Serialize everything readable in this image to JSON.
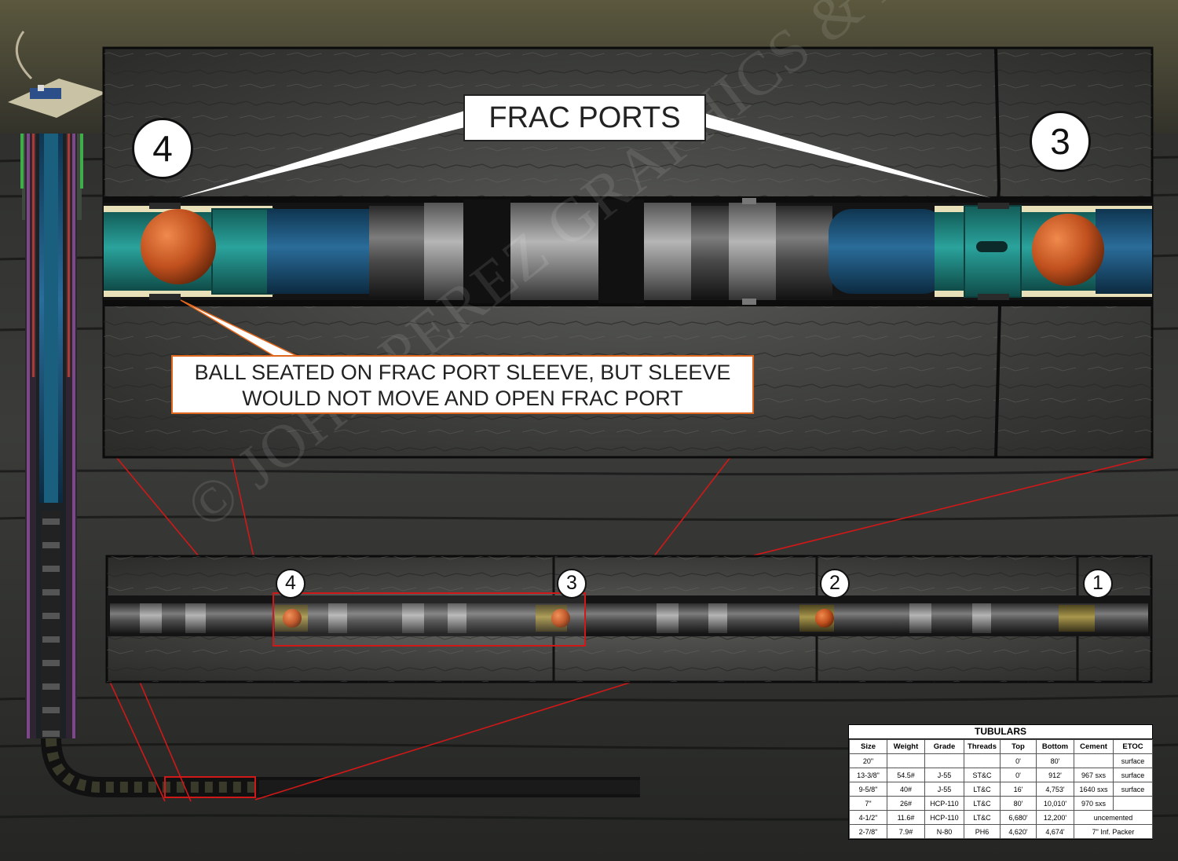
{
  "callouts": {
    "frac_ports": "FRAC PORTS",
    "ball_seated_line1": "BALL SEATED ON FRAC PORT SLEEVE, BUT SLEEVE",
    "ball_seated_line2": "WOULD NOT MOVE AND OPEN FRAC PORT"
  },
  "detail_numbers": {
    "left": "4",
    "right": "3"
  },
  "overview_numbers": [
    "4",
    "3",
    "2",
    "1"
  ],
  "watermark": "© JOHN PEREZ GRAPHICS & DESIGN",
  "tubulars": {
    "title": "TUBULARS",
    "headers": [
      "Size",
      "Weight",
      "Grade",
      "Threads",
      "Top",
      "Bottom",
      "Cement",
      "ETOC"
    ],
    "rows": [
      {
        "size": "20\"",
        "weight": "",
        "grade": "",
        "threads": "",
        "top": "0'",
        "bottom": "80'",
        "cement": "",
        "etoc": "surface"
      },
      {
        "size": "13-3/8\"",
        "weight": "54.5#",
        "grade": "J-55",
        "threads": "ST&C",
        "top": "0'",
        "bottom": "912'",
        "cement": "967 sxs",
        "etoc": "surface"
      },
      {
        "size": "9-5/8\"",
        "weight": "40#",
        "grade": "J-55",
        "threads": "LT&C",
        "top": "16'",
        "bottom": "4,753'",
        "cement": "1640 sxs",
        "etoc": "surface"
      },
      {
        "size": "7\"",
        "weight": "26#",
        "grade": "HCP-110",
        "threads": "LT&C",
        "top": "80'",
        "bottom": "10,010'",
        "cement": "970 sxs",
        "etoc": ""
      },
      {
        "size": "4-1/2\"",
        "weight": "11.6#",
        "grade": "HCP-110",
        "threads": "LT&C",
        "top": "6,680'",
        "bottom": "12,200'",
        "cement_etoc": "uncemented"
      },
      {
        "size": "2-7/8\"",
        "weight": "7.9#",
        "grade": "N-80",
        "threads": "PH6",
        "top": "4,620'",
        "bottom": "4,674'",
        "cement_etoc": "7\" Inf. Packer"
      }
    ]
  },
  "colors": {
    "rock": "#3a3b39",
    "casing_teal": "#1f8a86",
    "tubing_blue": "#1f5d8c",
    "ball_orange": "#c0501e",
    "sleeve_brass": "#8a7a36",
    "zoom_lines": "#d01818",
    "callout_border": "#e0681e",
    "grass": "#4c4a33"
  },
  "icons": [
    "frac-ball",
    "frac-port-sleeve",
    "packer",
    "wellhead-pad"
  ]
}
